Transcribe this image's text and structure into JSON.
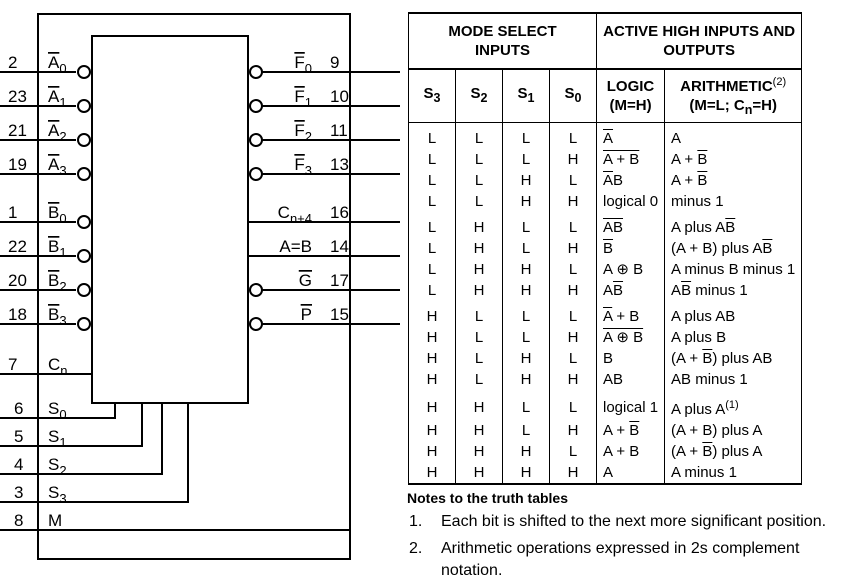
{
  "diagram": {
    "pins_left": [
      {
        "num": "2",
        "name": "A",
        "sub": "0",
        "bar": true
      },
      {
        "num": "23",
        "name": "A",
        "sub": "1",
        "bar": true
      },
      {
        "num": "21",
        "name": "A",
        "sub": "2",
        "bar": true
      },
      {
        "num": "19",
        "name": "A",
        "sub": "3",
        "bar": true
      },
      {
        "num": "1",
        "name": "B",
        "sub": "0",
        "bar": true
      },
      {
        "num": "22",
        "name": "B",
        "sub": "1",
        "bar": true
      },
      {
        "num": "20",
        "name": "B",
        "sub": "2",
        "bar": true
      },
      {
        "num": "18",
        "name": "B",
        "sub": "3",
        "bar": true
      },
      {
        "num": "7",
        "name": "C",
        "sub": "n",
        "bar": false
      }
    ],
    "pins_select": [
      {
        "num": "6",
        "name": "S",
        "sub": "0"
      },
      {
        "num": "5",
        "name": "S",
        "sub": "1"
      },
      {
        "num": "4",
        "name": "S",
        "sub": "2"
      },
      {
        "num": "3",
        "name": "S",
        "sub": "3"
      },
      {
        "num": "8",
        "name": "M",
        "sub": ""
      }
    ],
    "pins_right": [
      {
        "num": "9",
        "name": "F",
        "sub": "0",
        "bar": true,
        "bubble": true
      },
      {
        "num": "10",
        "name": "F",
        "sub": "1",
        "bar": true,
        "bubble": true
      },
      {
        "num": "11",
        "name": "F",
        "sub": "2",
        "bar": true,
        "bubble": true
      },
      {
        "num": "13",
        "name": "F",
        "sub": "3",
        "bar": true,
        "bubble": true
      },
      {
        "num": "16",
        "name": "C",
        "sub": "n+4",
        "bar": false,
        "bubble": false
      },
      {
        "num": "14",
        "name": "A=B",
        "sub": "",
        "bar": false,
        "bubble": false
      },
      {
        "num": "17",
        "name": "G",
        "sub": "",
        "bar": true,
        "bubble": true
      },
      {
        "num": "15",
        "name": "P",
        "sub": "",
        "bar": true,
        "bubble": true
      }
    ]
  },
  "table": {
    "header_mode": [
      "MODE SELECT",
      "INPUTS"
    ],
    "header_active": [
      "ACTIVE HIGH INPUTS AND",
      "OUTPUTS"
    ],
    "sel_cols": [
      {
        "n": "S",
        "s": "3"
      },
      {
        "n": "S",
        "s": "2"
      },
      {
        "n": "S",
        "s": "1"
      },
      {
        "n": "S",
        "s": "0"
      }
    ],
    "logic_header": [
      "LOGIC",
      "(M=H)"
    ],
    "arith_header": {
      "label": "ARITHMETIC",
      "sup": "(2)",
      "line2a": "(M=L; C",
      "line2sub": "n",
      "line2b": "=H)"
    },
    "rows": [
      {
        "s": [
          "L",
          "L",
          "L",
          "L"
        ],
        "logic": [
          {
            "t": "A",
            "o": 1
          }
        ],
        "arith": [
          {
            "t": "A"
          }
        ]
      },
      {
        "s": [
          "L",
          "L",
          "L",
          "H"
        ],
        "logic": [
          {
            "t": "A + B",
            "o": 1
          }
        ],
        "arith": [
          {
            "t": "A + "
          },
          {
            "t": "B",
            "o": 1
          }
        ]
      },
      {
        "s": [
          "L",
          "L",
          "H",
          "L"
        ],
        "logic": [
          {
            "t": "A",
            "o": 1
          },
          {
            "t": "B"
          }
        ],
        "arith": [
          {
            "t": "A + "
          },
          {
            "t": "B",
            "o": 1
          }
        ]
      },
      {
        "s": [
          "L",
          "L",
          "H",
          "H"
        ],
        "logic": [
          {
            "t": "logical 0"
          }
        ],
        "arith": [
          {
            "t": "minus 1"
          }
        ]
      },
      {
        "s": [
          "L",
          "H",
          "L",
          "L"
        ],
        "logic": [
          {
            "t": "AB",
            "o": 1
          }
        ],
        "arith": [
          {
            "t": "A plus A"
          },
          {
            "t": "B",
            "o": 1
          }
        ]
      },
      {
        "s": [
          "L",
          "H",
          "L",
          "H"
        ],
        "logic": [
          {
            "t": "B",
            "o": 1
          }
        ],
        "arith": [
          {
            "t": "(A + B) plus A"
          },
          {
            "t": "B",
            "o": 1
          }
        ]
      },
      {
        "s": [
          "L",
          "H",
          "H",
          "L"
        ],
        "logic": [
          {
            "t": "A ⊕ B"
          }
        ],
        "arith": [
          {
            "t": "A minus B minus 1"
          }
        ]
      },
      {
        "s": [
          "L",
          "H",
          "H",
          "H"
        ],
        "logic": [
          {
            "t": "A"
          },
          {
            "t": "B",
            "o": 1
          }
        ],
        "arith": [
          {
            "t": "A"
          },
          {
            "t": "B",
            "o": 1
          },
          {
            "t": " minus 1"
          }
        ]
      },
      {
        "s": [
          "H",
          "L",
          "L",
          "L"
        ],
        "logic": [
          {
            "t": "A",
            "o": 1
          },
          {
            "t": " + B"
          }
        ],
        "arith": [
          {
            "t": "A plus AB"
          }
        ]
      },
      {
        "s": [
          "H",
          "L",
          "L",
          "H"
        ],
        "logic": [
          {
            "t": "A ⊕ B",
            "o": 1
          }
        ],
        "arith": [
          {
            "t": "A plus B"
          }
        ]
      },
      {
        "s": [
          "H",
          "L",
          "H",
          "L"
        ],
        "logic": [
          {
            "t": "B"
          }
        ],
        "arith": [
          {
            "t": "(A + "
          },
          {
            "t": "B",
            "o": 1
          },
          {
            "t": ") plus AB"
          }
        ]
      },
      {
        "s": [
          "H",
          "L",
          "H",
          "H"
        ],
        "logic": [
          {
            "t": "AB"
          }
        ],
        "arith": [
          {
            "t": "AB minus 1"
          }
        ]
      },
      {
        "s": [
          "H",
          "H",
          "L",
          "L"
        ],
        "logic": [
          {
            "t": "logical 1"
          }
        ],
        "arith": [
          {
            "t": "A plus A"
          },
          {
            "t": "(1)",
            "sup": 1
          }
        ]
      },
      {
        "s": [
          "H",
          "H",
          "L",
          "H"
        ],
        "logic": [
          {
            "t": "A + "
          },
          {
            "t": "B",
            "o": 1
          }
        ],
        "arith": [
          {
            "t": "(A + B) plus A"
          }
        ]
      },
      {
        "s": [
          "H",
          "H",
          "H",
          "L"
        ],
        "logic": [
          {
            "t": "A + B"
          }
        ],
        "arith": [
          {
            "t": "(A + "
          },
          {
            "t": "B",
            "o": 1
          },
          {
            "t": ") plus A"
          }
        ]
      },
      {
        "s": [
          "H",
          "H",
          "H",
          "H"
        ],
        "logic": [
          {
            "t": "A"
          }
        ],
        "arith": [
          {
            "t": "A minus 1"
          }
        ]
      }
    ]
  },
  "notes": {
    "title": "Notes to the truth tables",
    "items": [
      {
        "num": "1.",
        "text": "Each bit is shifted to the next more significant position."
      },
      {
        "num": "2.",
        "text": "Arithmetic operations expressed in 2s complement notation."
      }
    ]
  }
}
